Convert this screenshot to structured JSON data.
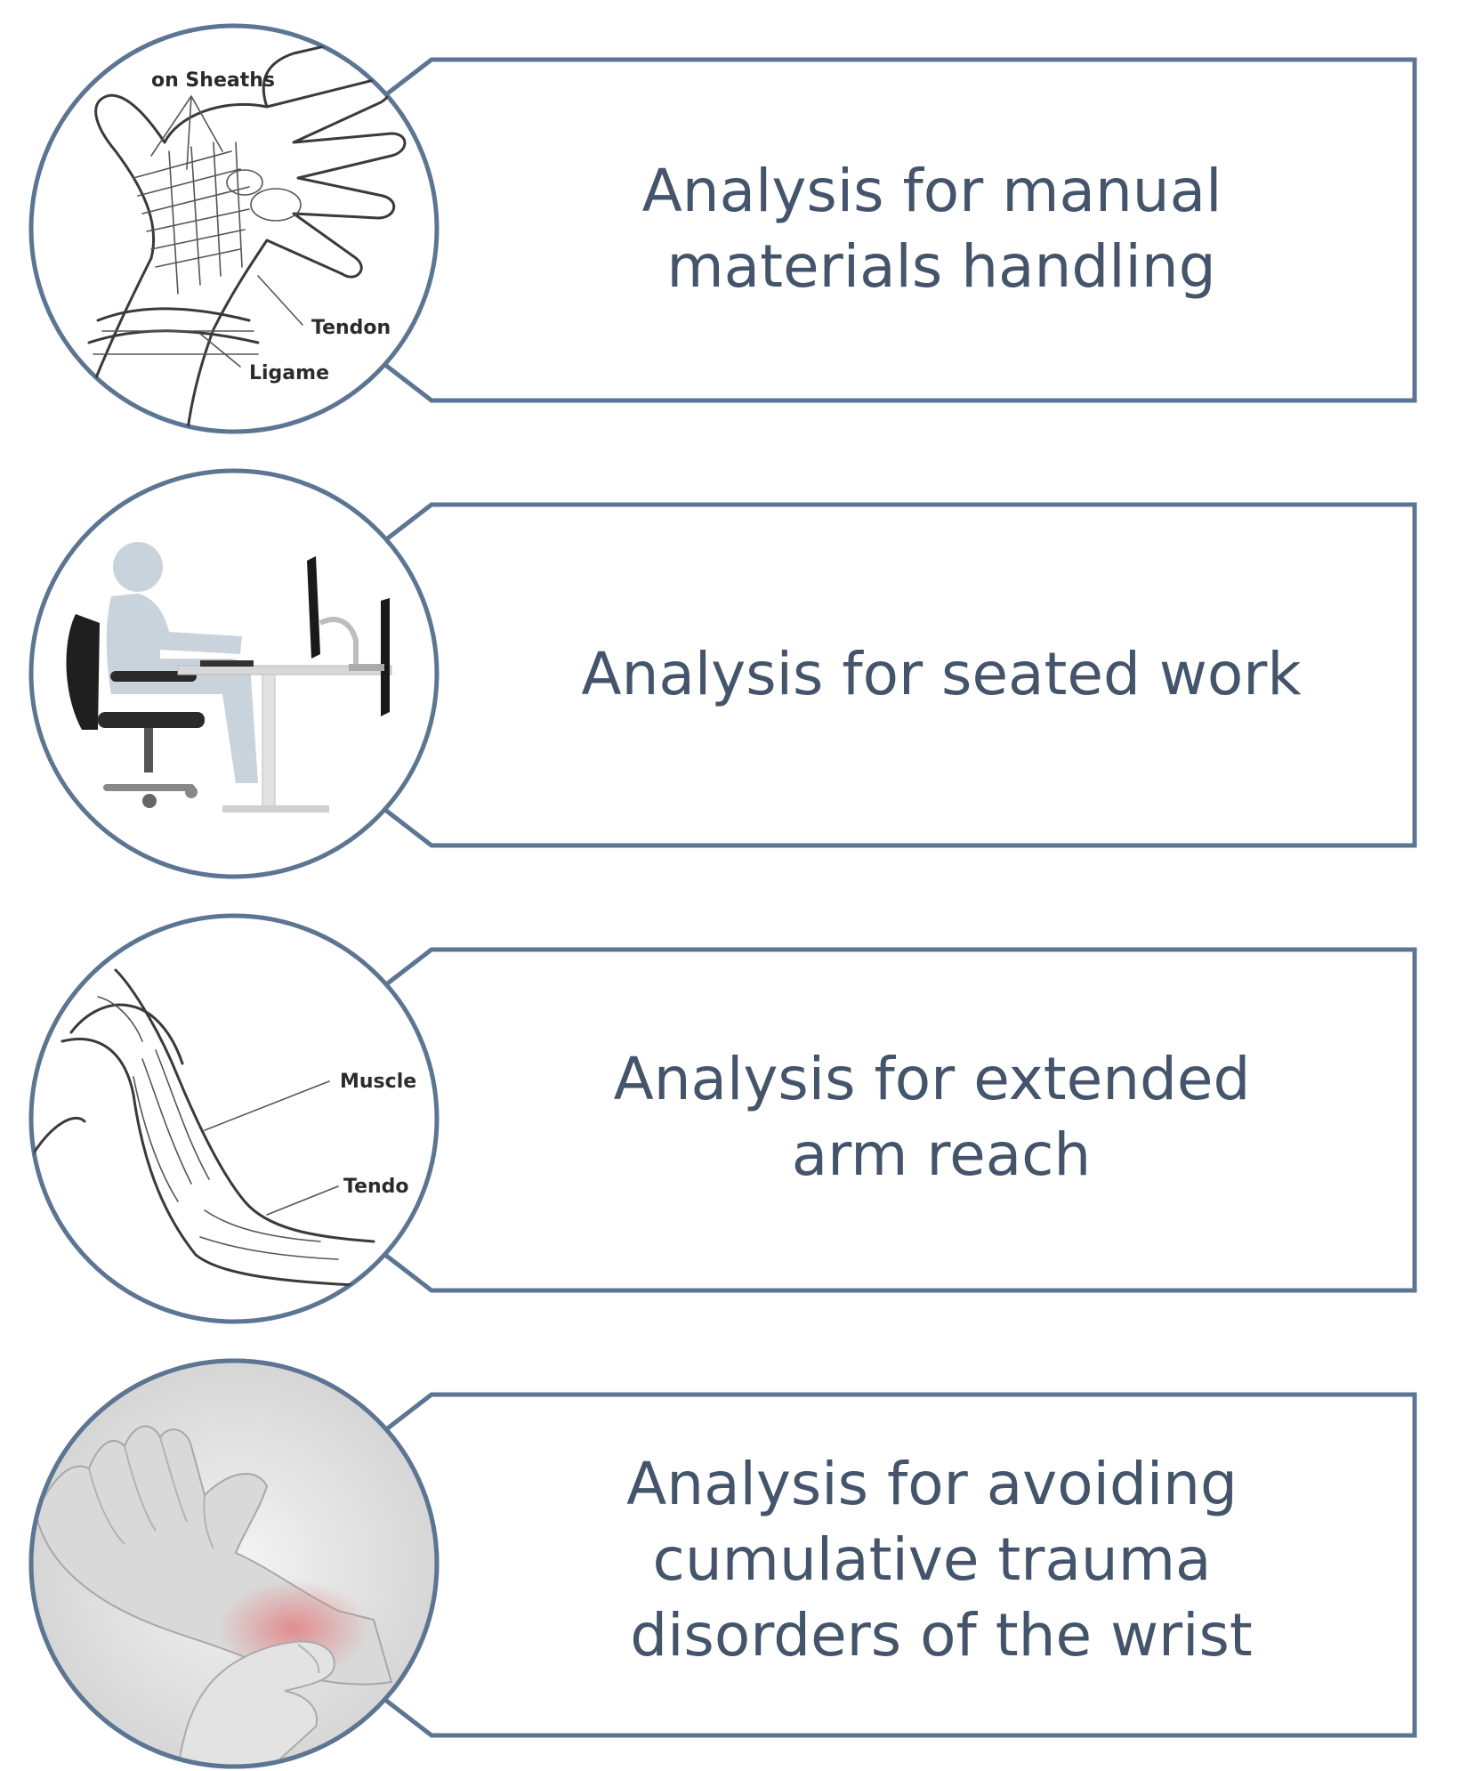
{
  "items": [
    {
      "lines": [
        "Analysis for manual",
        "materials handling"
      ],
      "illustration": "hand-anatomy-illustration",
      "labels": [
        "on Sheaths",
        "Tendon",
        "Ligame"
      ]
    },
    {
      "lines": [
        "Analysis for seated work"
      ],
      "illustration": "seated-workstation-illustration",
      "labels": []
    },
    {
      "lines": [
        "Analysis for extended",
        "arm reach"
      ],
      "illustration": "arm-anatomy-illustration",
      "labels": [
        "Muscle",
        "Tendo"
      ]
    },
    {
      "lines": [
        "Analysis for avoiding",
        "cumulative trauma",
        "disorders of the wrist"
      ],
      "illustration": "wrist-pain-photo",
      "labels": []
    }
  ],
  "colors": {
    "frame": "#5b7592",
    "text": "#44546a",
    "wrist_highlight": "#e88a8a"
  }
}
